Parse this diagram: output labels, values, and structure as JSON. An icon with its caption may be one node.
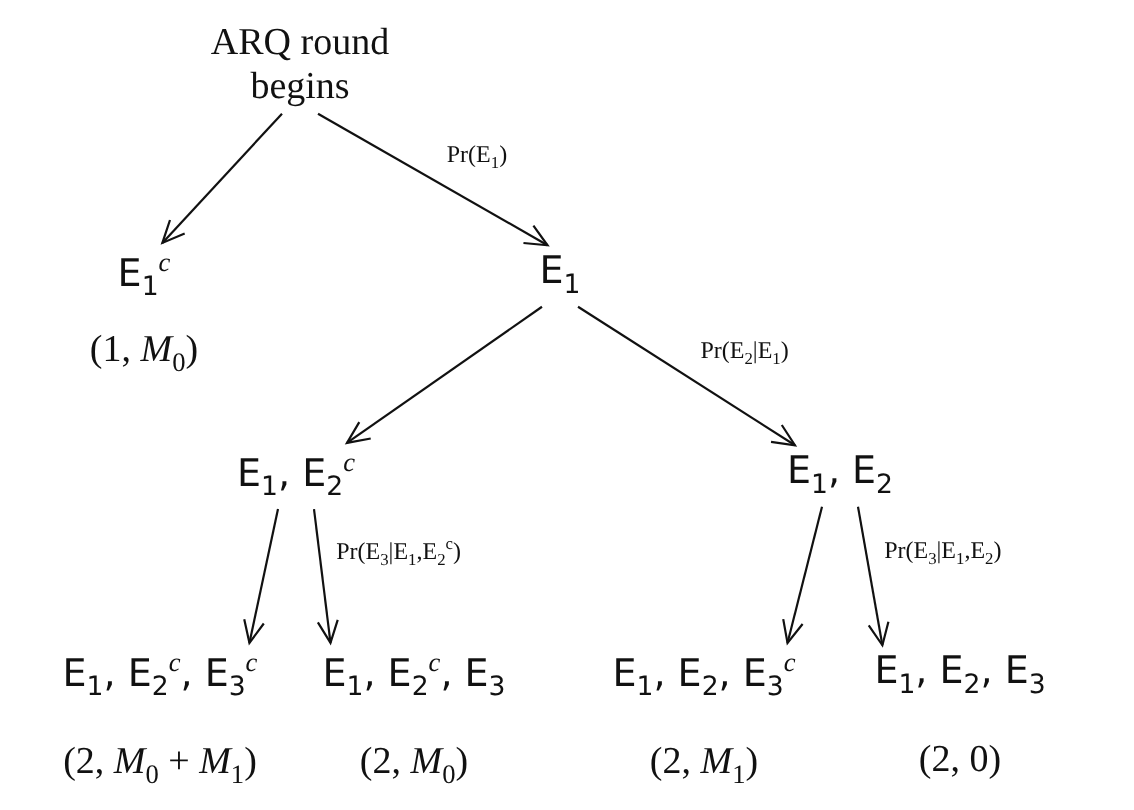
{
  "diagram": {
    "nodes": [
      {
        "text": [
          "ARQ round begins"
        ]
      },
      {
        "text": [
          "E$_{1}$$^{c}$"
        ],
        "beside": [
          "(1, *M*$_{0}$)"
        ]
      },
      {
        "text": [
          "E$_{1}$"
        ]
      },
      {
        "text": [
          "E$_{1}$, E$_{2}$$^{c}$"
        ]
      },
      {
        "text": [
          "E$_{1}$, E$_{2}$"
        ]
      },
      {
        "text": [
          "E$_{1}$, E$_{2}$$^{c}$, E$_{3}$$^{c}$"
        ],
        "beside": [
          "(2, *M*$_{0}$ + *M*$_{1}$)"
        ]
      },
      {
        "text": [
          "E$_{1}$, E$_{2}$$^{c}$, E$_{3}$"
        ],
        "beside": [
          "(2, *M*$_{0}$)"
        ]
      },
      {
        "text": [
          "E$_{1}$, E$_{2}$, E$_{3}$$^{c}$"
        ],
        "beside": [
          "(2, *M*$_{1}$)"
        ]
      },
      {
        "text": [
          "E$_{1}$, E$_{2}$, E$_{3}$"
        ],
        "beside": [
          "(2, 0)"
        ]
      }
    ],
    "edges": [
      {
        "from": 0,
        "to": 1,
        "arrow": "to"
      },
      {
        "from": 0,
        "to": 2,
        "arrow": "to",
        "label": "Pr(E$_{1}$)"
      },
      {
        "from": 2,
        "to": 3,
        "arrow": "to"
      },
      {
        "from": 2,
        "to": 4,
        "arrow": "to",
        "label": "Pr(E$_{2}$|E$_{1}$)"
      },
      {
        "from": 3,
        "to": 5,
        "arrow": "to"
      },
      {
        "from": 3,
        "to": 6,
        "arrow": "to",
        "label": "Pr(E$_{3}$|E$_{1}$,E$_{2}$$^{c}$)"
      },
      {
        "from": 4,
        "to": 7,
        "arrow": "to"
      },
      {
        "from": 4,
        "to": 8,
        "arrow": "to",
        "label": "Pr(E$_{3}$|E$_{1}$,E$_{2}$)"
      }
    ]
  }
}
